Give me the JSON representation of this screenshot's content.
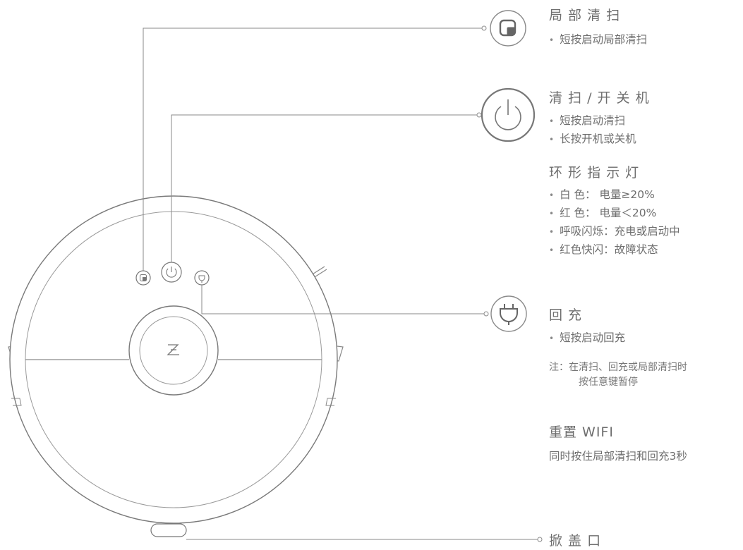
{
  "callouts": {
    "spot": {
      "title": "局 部 清 扫",
      "items": [
        "短按启动局部清扫"
      ]
    },
    "power": {
      "title": "清  扫 / 开 关 机",
      "items": [
        "短按启动清扫",
        "长按开机或关机"
      ]
    },
    "ring": {
      "title": "环 形 指 示 灯",
      "items": [
        "白 色： 电量≥20%",
        "红 色： 电量＜20%",
        "呼吸闪烁：充电或启动中",
        "红色快闪：故障状态"
      ]
    },
    "dock": {
      "title": "回  充",
      "items": [
        "短按启动回充"
      ],
      "note_line1": "注：在清扫、回充或局部清扫时",
      "note_line2": "按任意键暂停"
    },
    "wifi": {
      "title": "重置 WIFI",
      "desc": "同时按住局部清扫和回充3秒"
    },
    "lid": {
      "title": "掀 盖 口"
    }
  },
  "icons": {
    "spot": "spot-clean-icon",
    "power": "power-icon",
    "dock": "plug-icon",
    "logo": "brand-logo-icon"
  },
  "colors": {
    "line": "#8a8a8a",
    "text": "#6e6e6e"
  }
}
